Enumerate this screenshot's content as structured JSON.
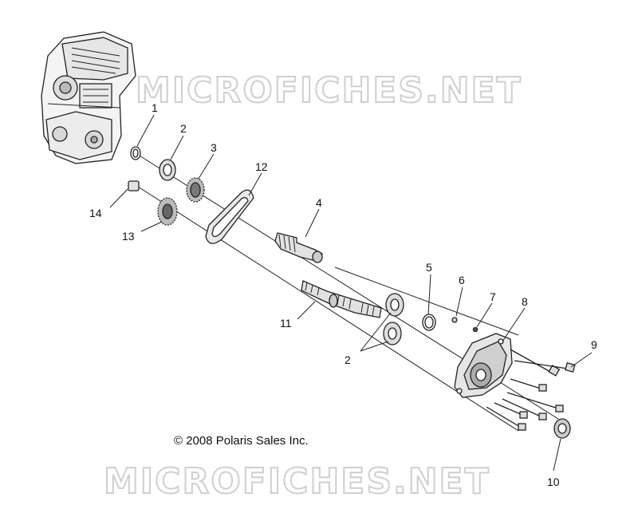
{
  "watermark": {
    "top_text": "MICROFICHES.NET",
    "bottom_text": "MICROFICHES.NET"
  },
  "copyright": "© 2008 Polaris Sales Inc.",
  "callouts": [
    {
      "id": "1",
      "label": "1"
    },
    {
      "id": "2a",
      "label": "2"
    },
    {
      "id": "3",
      "label": "3"
    },
    {
      "id": "12",
      "label": "12"
    },
    {
      "id": "4",
      "label": "4"
    },
    {
      "id": "14",
      "label": "14"
    },
    {
      "id": "13",
      "label": "13"
    },
    {
      "id": "5",
      "label": "5"
    },
    {
      "id": "6",
      "label": "6"
    },
    {
      "id": "7",
      "label": "7"
    },
    {
      "id": "8",
      "label": "8"
    },
    {
      "id": "9",
      "label": "9"
    },
    {
      "id": "11",
      "label": "11"
    },
    {
      "id": "2b",
      "label": "2"
    },
    {
      "id": "10",
      "label": "10"
    }
  ]
}
